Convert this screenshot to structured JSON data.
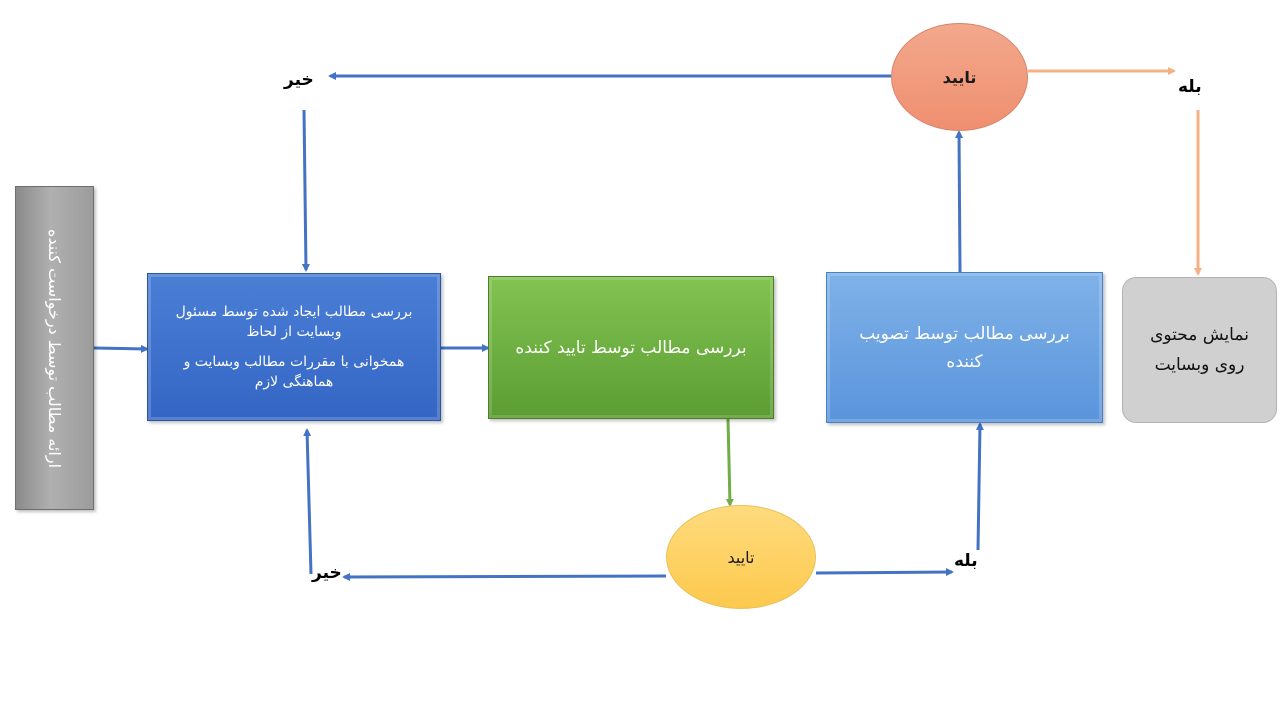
{
  "boxes": {
    "requester": "ارائه مطالب توسط درخواست کننده",
    "review_admin": {
      "line1": "بررسی مطالب ایجاد شده توسط مسئول",
      "line2": "وبسایت از لحاظ",
      "line3": "همخوانی با مقررات مطالب وبسایت و",
      "line4": "هماهنگی لازم"
    },
    "review_approver": "بررسی مطالب توسط تایید کننده",
    "review_ratifier": {
      "line1": "بررسی مطالب توسط تصویب",
      "line2": "کننده"
    },
    "display": {
      "line1": "نمایش محتوی",
      "line2": "روی وبسایت"
    }
  },
  "decisions": {
    "top": "تایید",
    "bottom": "تایید"
  },
  "labels": {
    "no_top": "خیر",
    "yes_top": "بله",
    "no_bottom": "خیر",
    "yes_bottom": "بله"
  },
  "colors": {
    "blue_arrow": "#4472c4",
    "green_arrow": "#70ad47",
    "orange_arrow": "#f4b183"
  }
}
